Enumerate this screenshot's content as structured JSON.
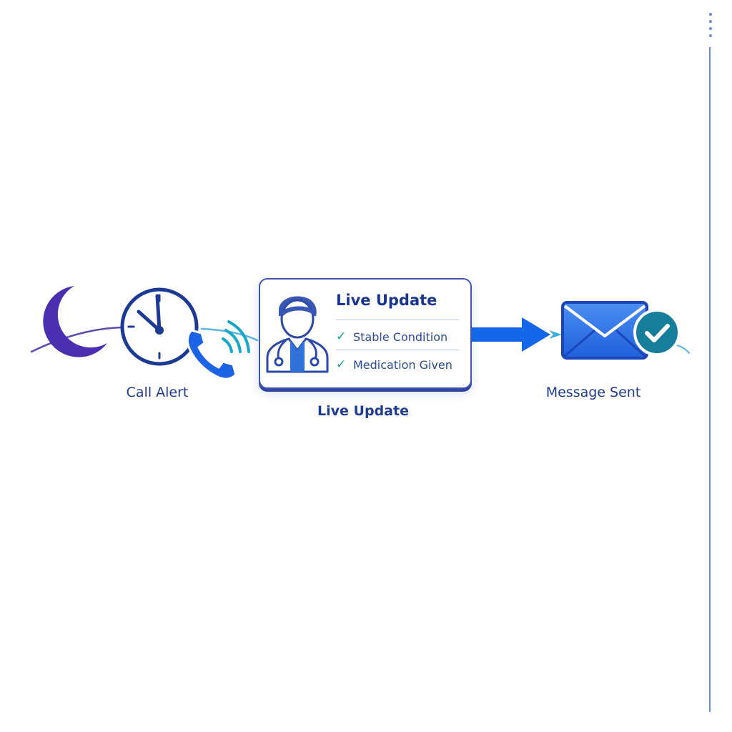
{
  "steps": {
    "call_alert": {
      "label": "Call Alert"
    },
    "live_update": {
      "label": "Live Update"
    },
    "message_sent": {
      "label": "Message Sent"
    }
  },
  "card": {
    "title": "Live Update",
    "items": [
      {
        "text": "Stable Condition",
        "check": "✓"
      },
      {
        "text": "Medication Given",
        "check": "✓"
      }
    ]
  },
  "icons": {
    "night": "moon-icon",
    "time": "clock-icon",
    "call": "phone-ringing-icon",
    "person": "doctor-icon",
    "flow": "arrow-right-icon",
    "message": "envelope-icon",
    "done": "check-circle-icon"
  },
  "colors": {
    "moon": "#4a2fb0",
    "clock": "#1b3a94",
    "phone": "#1d63e6",
    "arrow": "#1567ea",
    "envelope": "#2a6ee8",
    "check_badge": "#167e9a",
    "text": "#1f3d8f"
  }
}
